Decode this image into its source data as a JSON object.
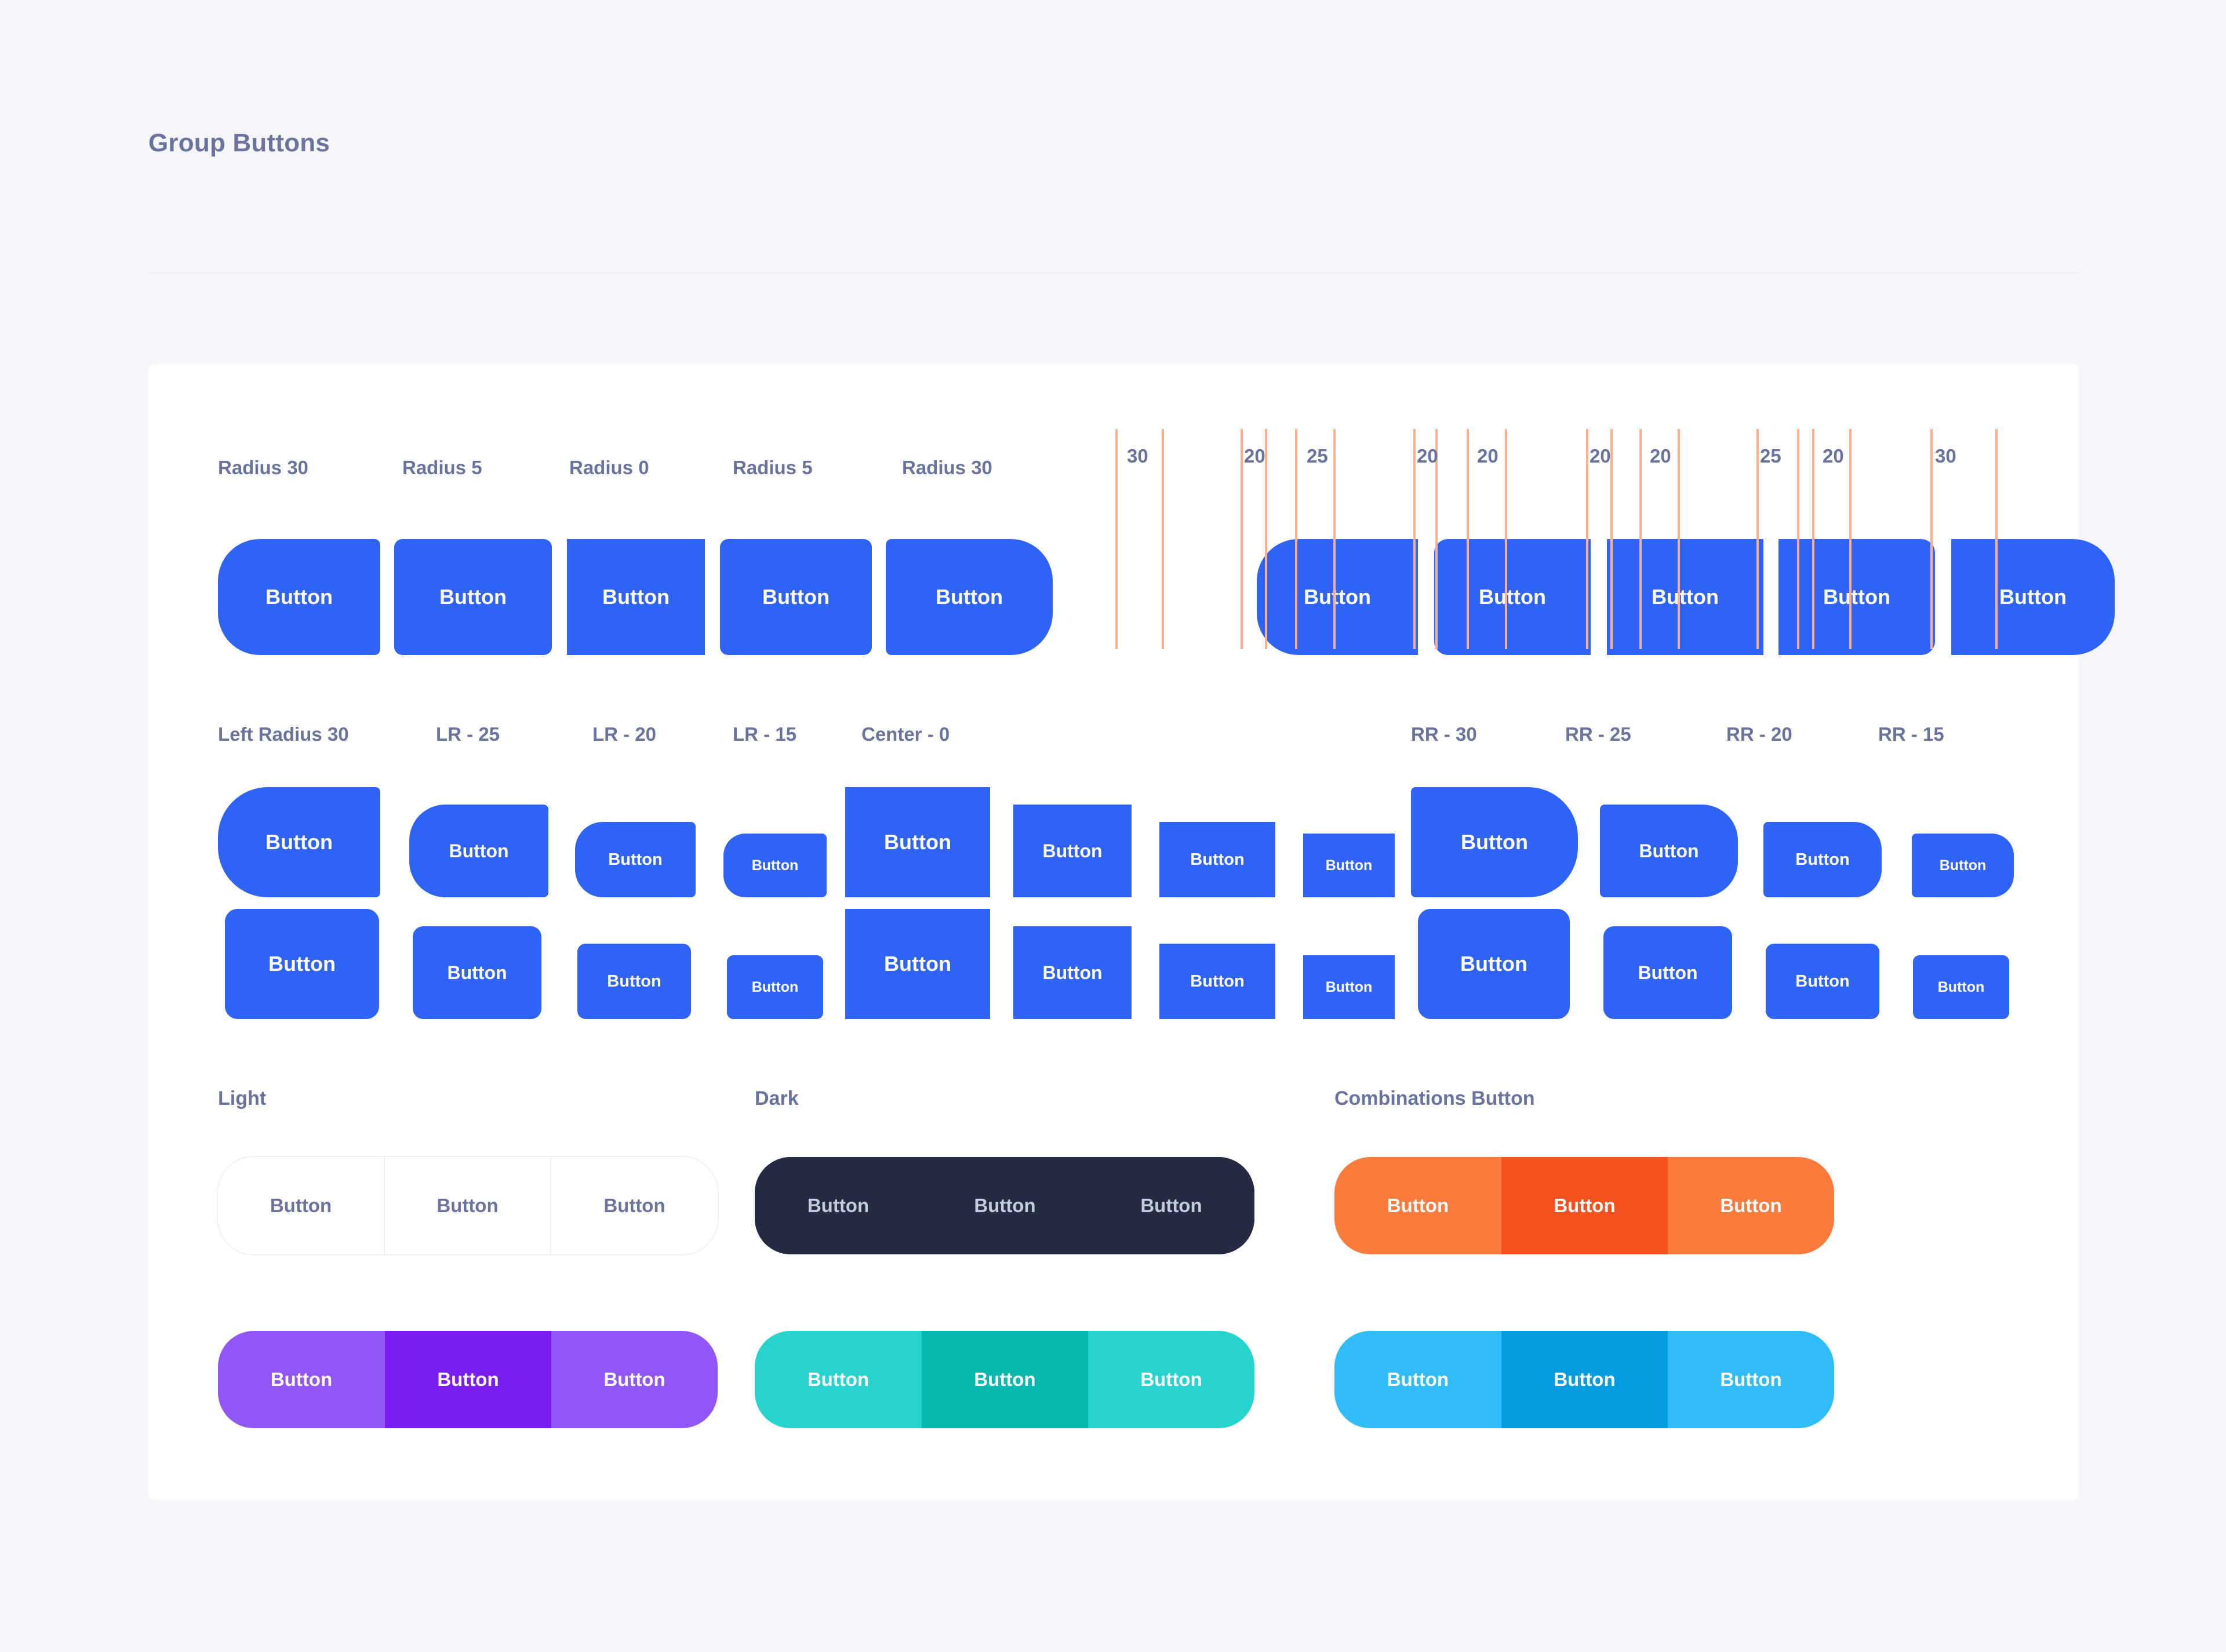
{
  "page": {
    "title": "Group Buttons",
    "background": "#f6f6fa",
    "card_background": "#ffffff",
    "label_color": "#69739b",
    "accent_blue": "#2f63f5",
    "guide_color": "#ffb08a"
  },
  "row1": {
    "labels": [
      "Radius 30",
      "Radius 5",
      "Radius 0",
      "Radius 5",
      "Radius 30"
    ],
    "button_label": "Button",
    "measure_button_label": "Button",
    "measures": [
      "30",
      "20",
      "25",
      "20",
      "20",
      "20",
      "20",
      "25",
      "20",
      "30"
    ]
  },
  "row2": {
    "labels_left": [
      "Left Radius 30",
      "LR - 25",
      "LR - 20",
      "LR - 15",
      "Center - 0"
    ],
    "labels_right": [
      "RR - 30",
      "RR - 25",
      "RR - 20",
      "RR - 15"
    ],
    "button_label": "Button"
  },
  "sections": {
    "light": {
      "title": "Light",
      "buttons": [
        "Button",
        "Button",
        "Button"
      ],
      "bg": "#ffffff",
      "text": "#69739b",
      "border": "#f0f0f6"
    },
    "dark": {
      "title": "Dark",
      "buttons": [
        "Button",
        "Button",
        "Button"
      ],
      "bg": "#242b42",
      "text": "#c5cce0"
    },
    "combinations": {
      "title": "Combinations Button",
      "buttons": [
        "Button",
        "Button",
        "Button"
      ],
      "colors": [
        "#fb7b3c",
        "#f4511e",
        "#fb7b3c"
      ]
    },
    "purple": {
      "buttons": [
        "Button",
        "Button",
        "Button"
      ],
      "colors": [
        "#9156f7",
        "#7a1df0",
        "#9156f7"
      ]
    },
    "teal": {
      "buttons": [
        "Button",
        "Button",
        "Button"
      ],
      "colors": [
        "#26d4cd",
        "#07b8ae",
        "#26d4cd"
      ]
    },
    "skyblue": {
      "buttons": [
        "Button",
        "Button",
        "Button"
      ],
      "colors": [
        "#2fbcf7",
        "#069ce0",
        "#2fbcf7"
      ]
    }
  }
}
